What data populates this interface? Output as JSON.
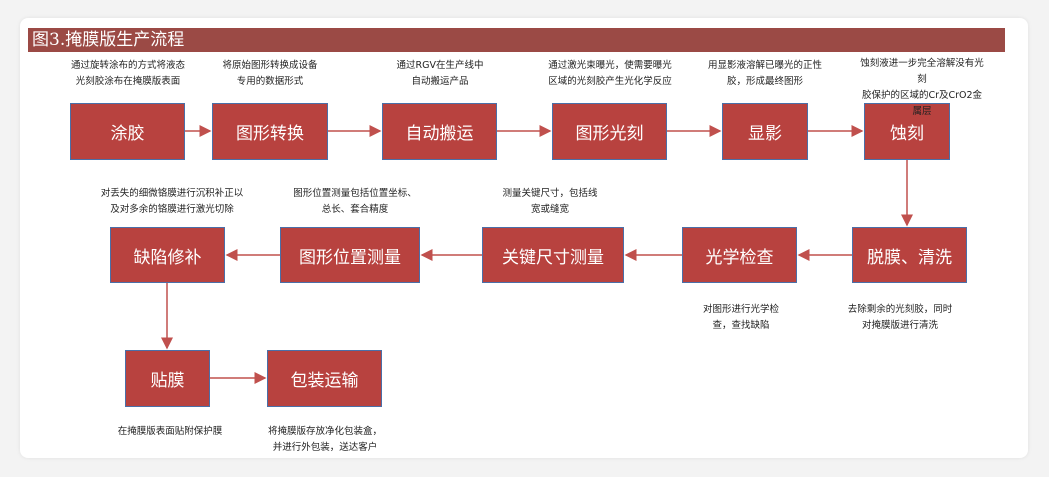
{
  "title": "图3.掩膜版生产流程",
  "steps": [
    {
      "label": "涂胶",
      "desc": "通过旋转涂布的方式将液态\n光刻胶涂布在掩膜版表面"
    },
    {
      "label": "图形转换",
      "desc": "将原始图形转换成设备\n专用的数据形式"
    },
    {
      "label": "自动搬运",
      "desc": "通过RGV在生产线中\n自动搬运产品"
    },
    {
      "label": "图形光刻",
      "desc": "通过激光束曝光，使需要曝光\n区域的光刻胶产生光化学反应"
    },
    {
      "label": "显影",
      "desc": "用显影液溶解已曝光的正性\n胶，形成最终图形"
    },
    {
      "label": "蚀刻",
      "desc": "蚀刻液进一步完全溶解没有光刻\n胶保护的区域的Cr及CrO2金属层"
    },
    {
      "label": "脱膜、清洗",
      "desc": "去除剩余的光刻胶，同时\n对掩膜版进行清洗"
    },
    {
      "label": "光学检查",
      "desc": "对图形进行光学检\n查，查找缺陷"
    },
    {
      "label": "关键尺寸测量",
      "desc": "测量关键尺寸，包括线\n宽或缝宽"
    },
    {
      "label": "图形位置测量",
      "desc": "图形位置测量包括位置坐标、\n总长、套合精度"
    },
    {
      "label": "缺陷修补",
      "desc": "对丢失的细微铬膜进行沉积补正以\n及对多余的铬膜进行激光切除"
    },
    {
      "label": "贴膜",
      "desc": "在掩膜版表面贴附保护膜"
    },
    {
      "label": "包装运输",
      "desc": "将掩膜版存放净化包装盒，\n并进行外包装，送达客户"
    }
  ]
}
